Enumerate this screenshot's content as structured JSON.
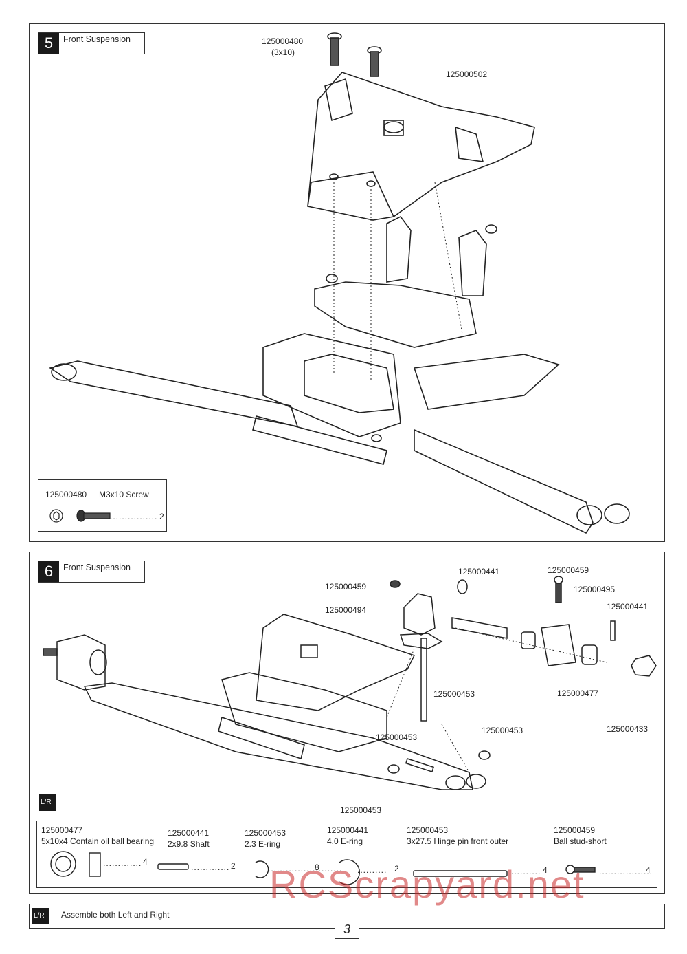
{
  "step5": {
    "number": "5",
    "title": "Front Suspension",
    "callouts": {
      "screw_part": "125000480",
      "screw_size": "(3x10)",
      "tower_part": "125000502"
    },
    "parts_list": [
      {
        "part_no": "125000480",
        "desc": "M3x10 Screw",
        "qty": "2"
      }
    ]
  },
  "step6": {
    "number": "6",
    "title": "Front Suspension",
    "callouts": {
      "c1": "125000459",
      "c2": "125000494",
      "c3": "125000441",
      "c4": "125000459",
      "c5": "125000495",
      "c6": "125000441",
      "c7": "125000477",
      "c8": "125000433",
      "c9": "125000453",
      "c10": "125000453",
      "c11": "125000453",
      "c12": "125000453"
    },
    "lr_label": "L/R",
    "parts_list": [
      {
        "part_no": "125000477",
        "desc": "5x10x4 Contain oil ball bearing",
        "qty": "4"
      },
      {
        "part_no": "125000441",
        "desc": "2x9.8 Shaft",
        "qty": "2"
      },
      {
        "part_no": "125000453",
        "desc": "2.3 E-ring",
        "qty": "8"
      },
      {
        "part_no": "125000441",
        "desc": "4.0 E-ring",
        "qty": "2"
      },
      {
        "part_no": "125000453",
        "desc": "3x27.5 Hinge pin front outer",
        "qty": "4"
      },
      {
        "part_no": "125000459",
        "desc": "Ball stud-short",
        "qty": "4"
      }
    ]
  },
  "footer": {
    "note": "Assemble both Left and Right",
    "page": "3"
  },
  "watermark": "RCScrapyard.net"
}
